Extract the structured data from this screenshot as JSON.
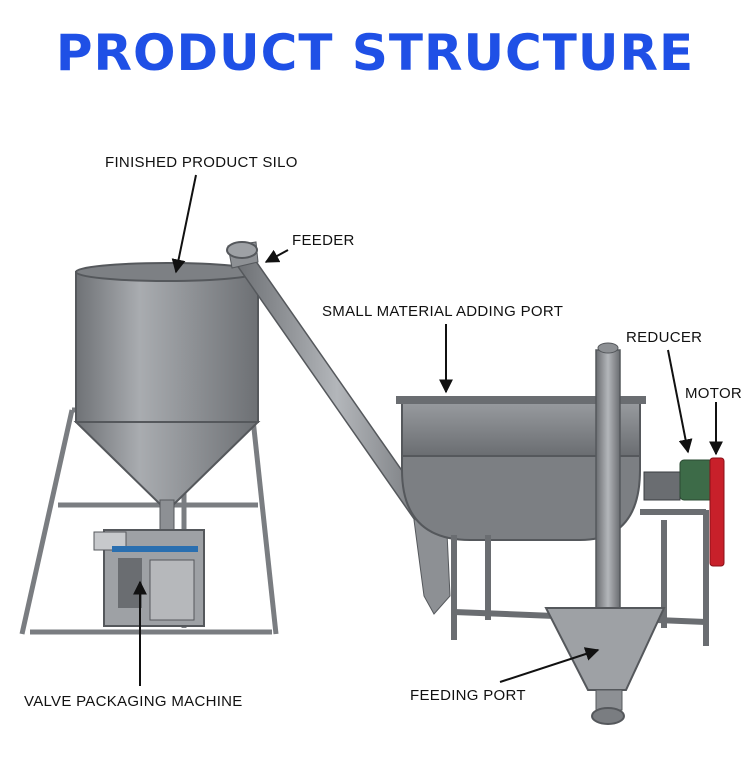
{
  "title": "PRODUCT STRUCTURE",
  "colors": {
    "title": "#1f50e6",
    "metal": "#8d9094",
    "metal_dark": "#5f6266",
    "motor_red": "#c8202a",
    "reducer_green": "#3d6b48",
    "machine_blue": "#2a6fb0"
  },
  "labels": {
    "finished_product_silo": "FINISHED PRODUCT SILO",
    "feeder": "FEEDER",
    "small_material_adding_port": "SMALL MATERIAL ADDING PORT",
    "reducer": "REDUCER",
    "motor": "MOTOR",
    "valve_packaging_machine": "VALVE PACKAGING MACHINE",
    "feeding_port": "FEEDING PORT"
  }
}
